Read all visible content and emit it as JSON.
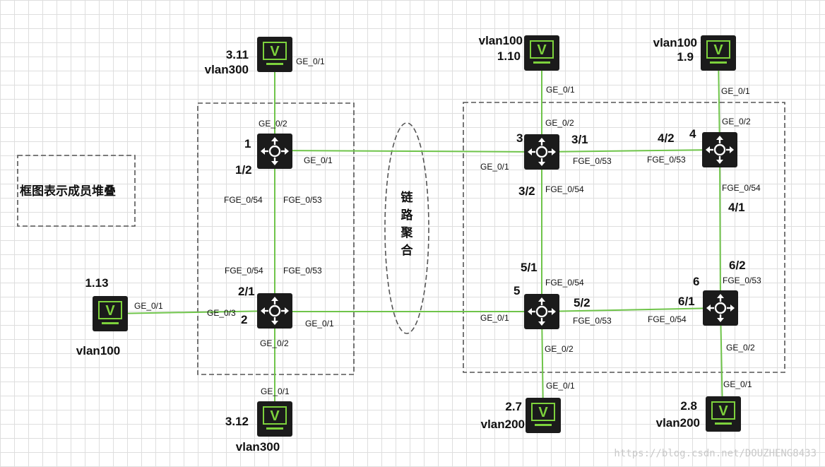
{
  "legend_text": "框图表示成员堆叠",
  "aggregation_label": [
    "链",
    "路",
    "聚",
    "合"
  ],
  "watermark": "https://blog.csdn.net/DOUZHENG8433",
  "colors": {
    "link": "#6fc44a",
    "device": "#1b1b1b",
    "accent": "#7dd23c",
    "dashed": "#555555"
  },
  "switches": {
    "sw1": {
      "id": "1"
    },
    "sw2": {
      "id": "2"
    },
    "sw3": {
      "id": "3"
    },
    "sw4": {
      "id": "4"
    },
    "sw5": {
      "id": "5"
    },
    "sw6": {
      "id": "6"
    }
  },
  "terminals": {
    "t311": {
      "icon": "vcheck-terminal-icon",
      "addr": "3.11",
      "vlan": "vlan300",
      "port": "GE_0/1"
    },
    "t312": {
      "icon": "vcheck-terminal-icon",
      "addr": "3.12",
      "vlan": "vlan300",
      "port": "GE_0/1"
    },
    "t113": {
      "icon": "vcheck-terminal-icon",
      "addr": "1.13",
      "vlan": "vlan100",
      "port": "GE_0/1"
    },
    "t110": {
      "icon": "vcheck-terminal-icon",
      "addr": "1.10",
      "vlan": "vlan100",
      "port": "GE_0/1"
    },
    "t19": {
      "icon": "vcheck-terminal-icon",
      "addr": "1.9",
      "vlan": "vlan100",
      "port": "GE_0/1"
    },
    "t27": {
      "icon": "vcheck-terminal-icon",
      "addr": "2.7",
      "vlan": "vlan200",
      "port": "GE_0/1"
    },
    "t28": {
      "icon": "vcheck-terminal-icon",
      "addr": "2.8",
      "vlan": "vlan200",
      "port": "GE_0/1"
    }
  },
  "ports": {
    "p1_up": "GE_0/2",
    "p1_right": "GE_0/1",
    "p1_fge54": "FGE_0/54",
    "p1_fge53": "FGE_0/53",
    "p2_fge54": "FGE_0/54",
    "p2_fge53": "FGE_0/53",
    "p2_left": "GE_0/3",
    "p2_right": "GE_0/1",
    "p2_down": "GE_0/2",
    "p3_up": "GE_0/2",
    "p3_left": "GE_0/1",
    "p3_fge53": "FGE_0/53",
    "p3_fge54": "FGE_0/54",
    "p4_up": "GE_0/2",
    "p4_fge53": "FGE_0/53",
    "p4_fge54": "FGE_0/54",
    "p5_fge54": "FGE_0/54",
    "p5_left": "GE_0/1",
    "p5_fge53": "FGE_0/53",
    "p5_down": "GE_0/2",
    "p6_fge53": "FGE_0/53",
    "p6_fge54": "FGE_0/54",
    "p6_down": "GE_0/2"
  },
  "members": {
    "m12": "1/2",
    "m21": "2/1",
    "m31": "3/1",
    "m32": "3/2",
    "m42": "4/2",
    "m41": "4/1",
    "m51": "5/1",
    "m52": "5/2",
    "m62": "6/2",
    "m61": "6/1"
  }
}
